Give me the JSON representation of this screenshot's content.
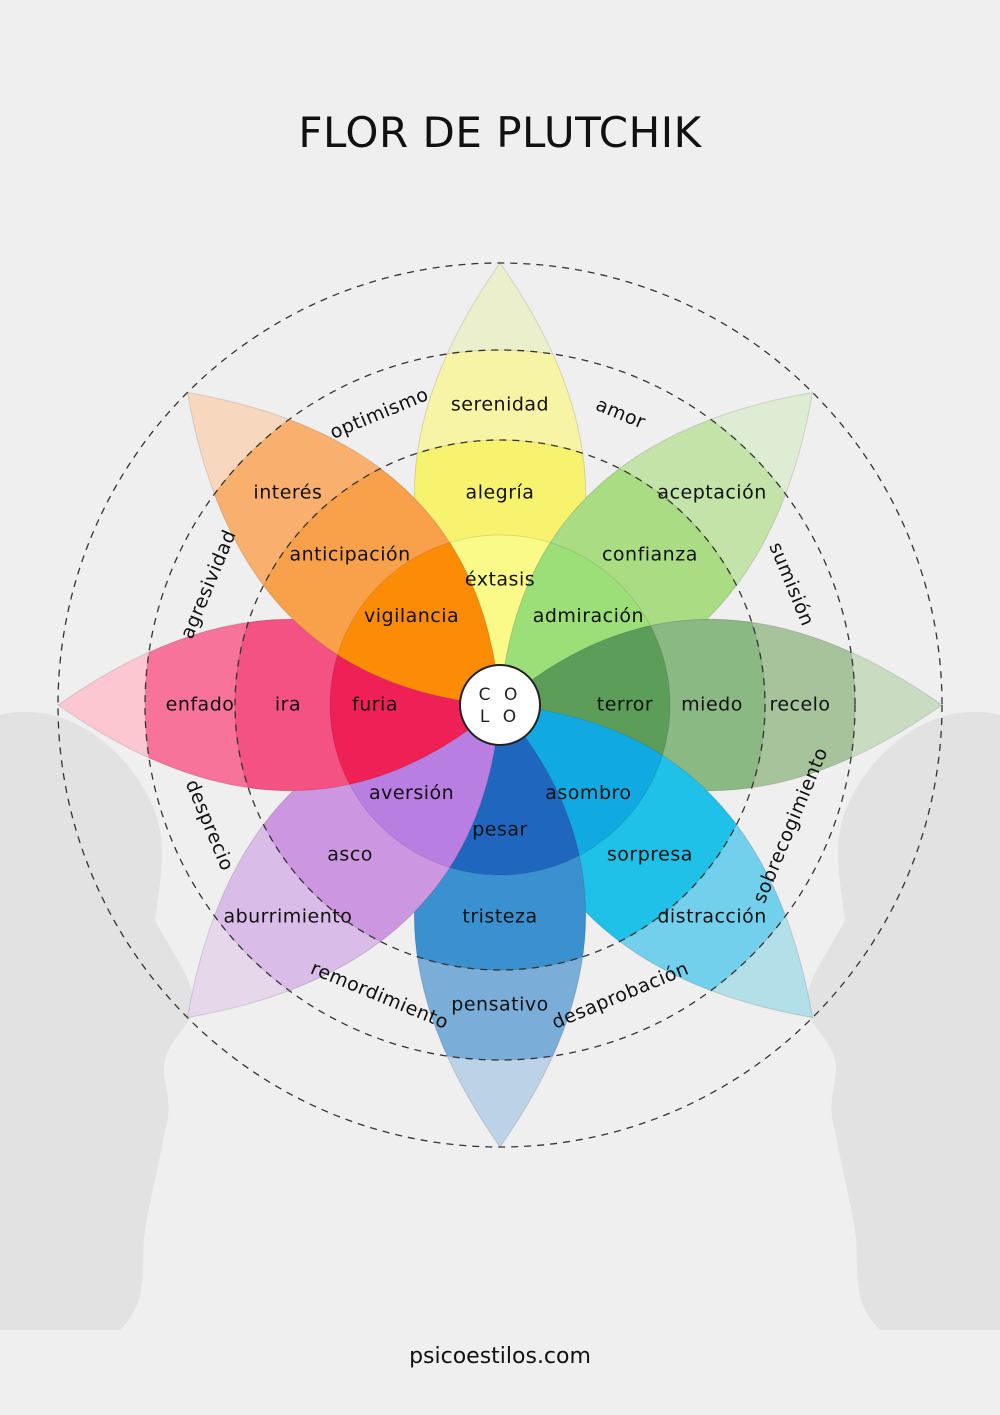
{
  "title": "FLOR DE PLUTCHIK",
  "footer": "psicoestilos.com",
  "center_logo": {
    "line1": "C O",
    "line2": "L O"
  },
  "petals": [
    {
      "id": "joy",
      "colors": [
        "#ecefcc",
        "#f7f4a6",
        "#f7f36f",
        "#fafa88"
      ],
      "labels": [
        "",
        "serenidad",
        "alegría",
        "éxtasis"
      ]
    },
    {
      "id": "trust",
      "colors": [
        "#ddecd2",
        "#c3e3a8",
        "#a9dc83",
        "#9cdf78"
      ],
      "labels": [
        "",
        "aceptación",
        "confianza",
        "admiración"
      ]
    },
    {
      "id": "fear",
      "colors": [
        "#c9dcc1",
        "#a7c39c",
        "#8bb983",
        "#5c9e59"
      ],
      "labels": [
        "",
        "recelo",
        "miedo",
        "terror"
      ]
    },
    {
      "id": "surprise",
      "colors": [
        "#b3dfe9",
        "#73d0ec",
        "#20c1e8",
        "#11a9e1"
      ],
      "labels": [
        "",
        "distracción",
        "sorpresa",
        "asombro"
      ]
    },
    {
      "id": "sadness",
      "colors": [
        "#bcd2e6",
        "#7aaed9",
        "#3b90cf",
        "#1f66bf"
      ],
      "labels": [
        "",
        "pensativo",
        "tristeza",
        "pesar"
      ]
    },
    {
      "id": "disgust",
      "colors": [
        "#e6d7ea",
        "#d9bce8",
        "#cc97e0",
        "#b97ee2"
      ],
      "labels": [
        "",
        "aburrimiento",
        "asco",
        "aversión"
      ]
    },
    {
      "id": "anger",
      "colors": [
        "#fcc7d1",
        "#f7739a",
        "#f45282",
        "#ef2056"
      ],
      "labels": [
        "",
        "enfado",
        "ira",
        "furia"
      ]
    },
    {
      "id": "anticipation",
      "colors": [
        "#f8d7bf",
        "#f9b06f",
        "#f9a04b",
        "#fc8c05"
      ],
      "labels": [
        "",
        "interés",
        "anticipación",
        "vigilancia"
      ]
    }
  ],
  "dyads": [
    "amor",
    "sumisión",
    "sobrecogimiento",
    "desaprobación",
    "remordimiento",
    "desprecio",
    "agresividad",
    "optimismo"
  ]
}
